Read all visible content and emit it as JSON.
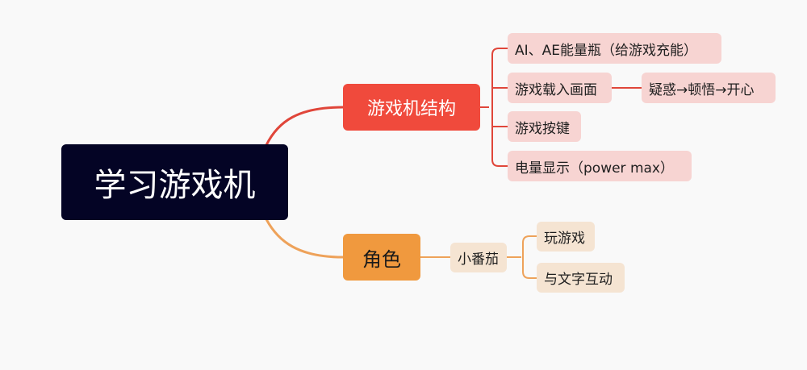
{
  "root": {
    "label": "学习游戏机"
  },
  "branches": [
    {
      "label": "游戏机结构",
      "color": "#f04a3c",
      "children": [
        {
          "label": "AI、AE能量瓶（给游戏充能）"
        },
        {
          "label": "游戏载入画面",
          "children": [
            {
              "label": "疑惑→顿悟→开心"
            }
          ]
        },
        {
          "label": "游戏按键"
        },
        {
          "label": "电量显示（power max）"
        }
      ]
    },
    {
      "label": "角色",
      "color": "#f0993e",
      "children": [
        {
          "label": "小番茄",
          "children": [
            {
              "label": "玩游戏"
            },
            {
              "label": "与文字互动"
            }
          ]
        }
      ]
    }
  ],
  "colors": {
    "root_bg": "#040425",
    "red_branch": "#f04a3c",
    "red_leaf": "#f7d4d2",
    "orange_branch": "#f0993e",
    "orange_leaf": "#f5e4d2"
  }
}
